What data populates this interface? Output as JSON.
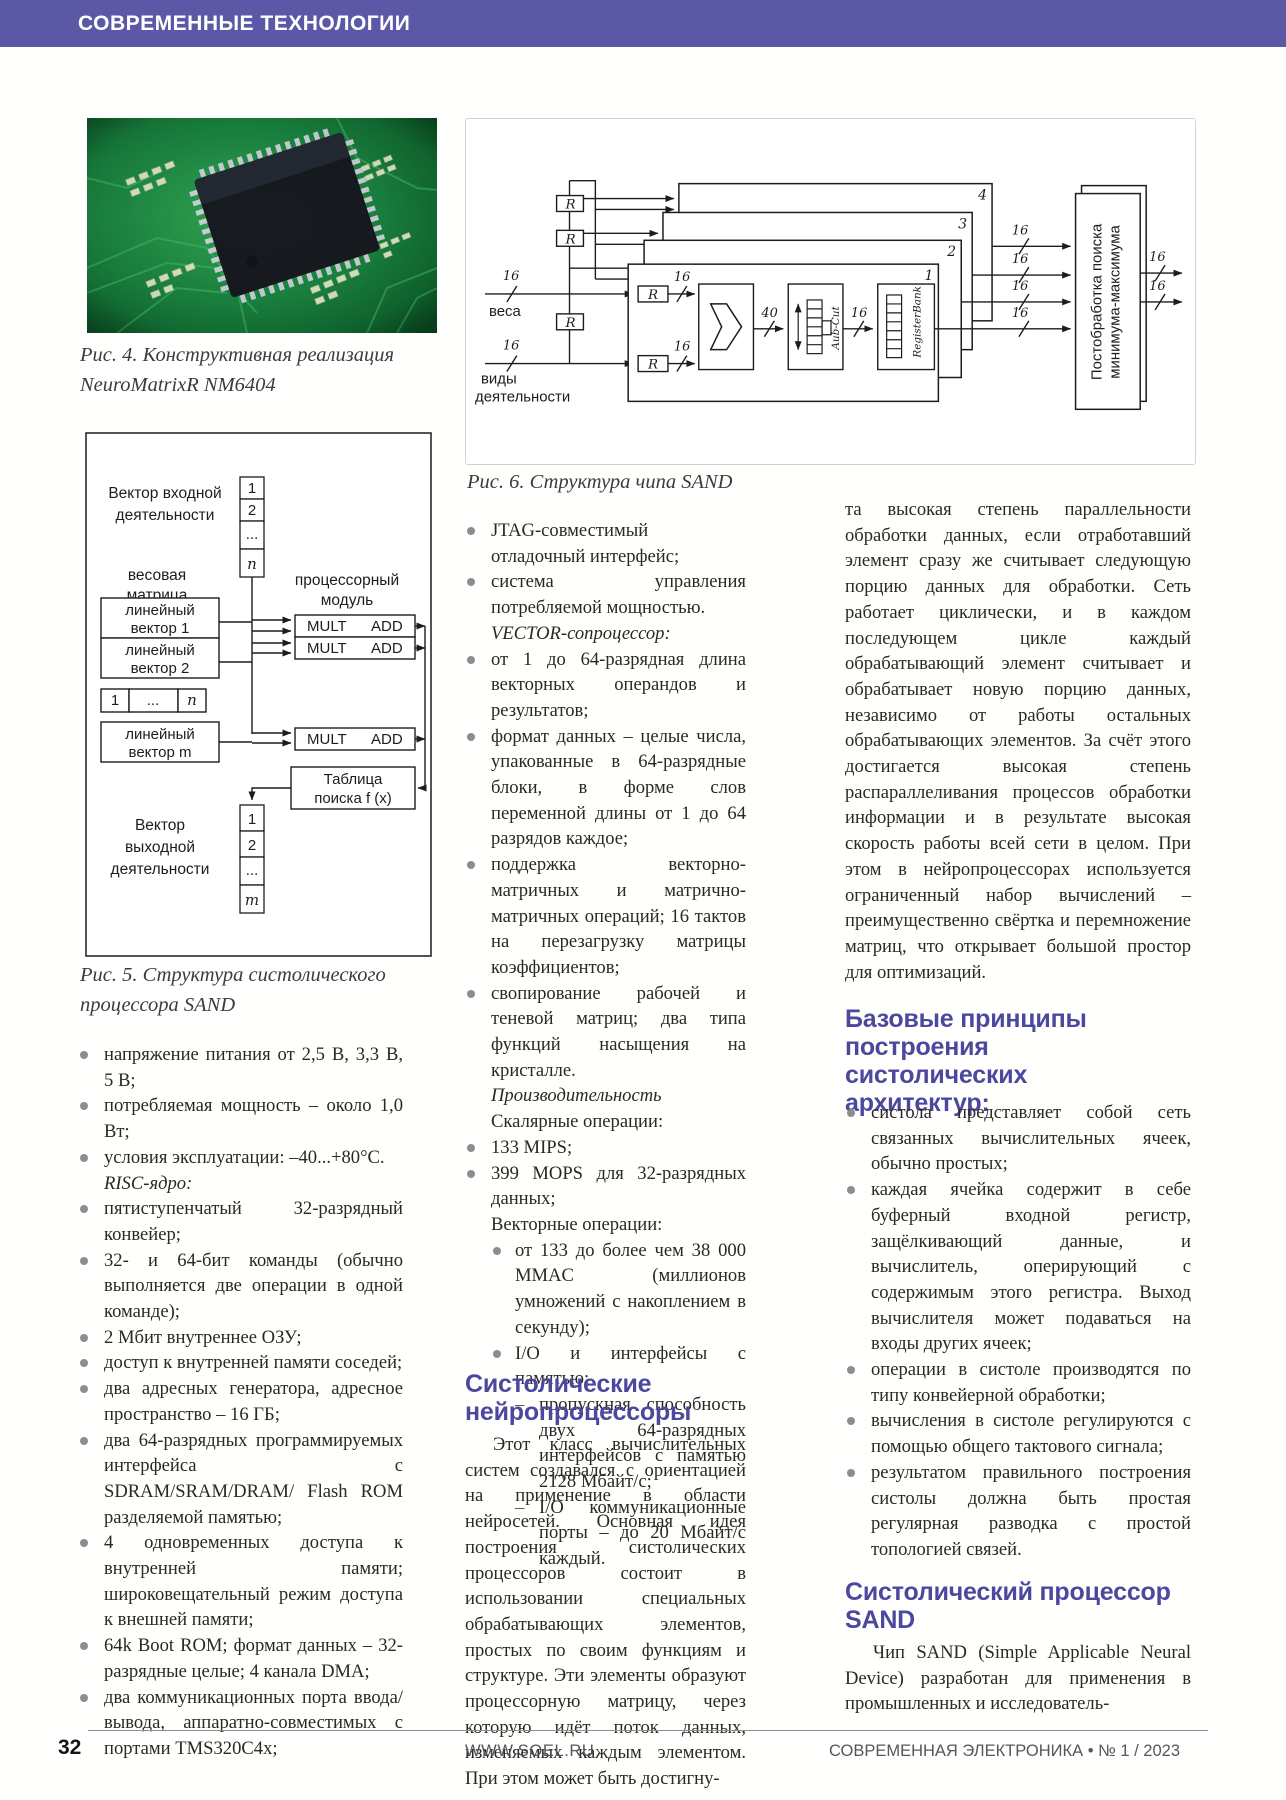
{
  "header": {
    "section": "СОВРЕМЕННЫЕ ТЕХНОЛОГИИ"
  },
  "colors": {
    "header_bg": "#5b58a6",
    "heading_blue": "#4b489e",
    "body_text": "#2b2724",
    "bullet_gray": "#8d8d8d"
  },
  "markers": {
    "dash": "–"
  },
  "fig4": {
    "caption1": "Рис. 4. Конструктивная реализация",
    "caption2": "NeuroMatrixR NM6404"
  },
  "fig5": {
    "caption1": "Рис. 5. Структура систолического",
    "caption2": "процессора SAND",
    "input_vector1": "Вектор входной",
    "input_vector2": "деятельности",
    "weight1": "весовая",
    "weight2": "матрица",
    "proc1": "процессорный",
    "proc2": "модуль",
    "lin1a": "линейный",
    "lin1b": "вектор 1",
    "lin2a": "линейный",
    "lin2b": "вектор 2",
    "linma": "линейный",
    "linmb": "вектор m",
    "c1": "1",
    "c2": "2",
    "cdots": "...",
    "cn": "n",
    "row1": "1",
    "rowdots": "...",
    "rown": "n",
    "mult": "MULT",
    "add": "ADD",
    "table1": "Таблица",
    "table2": "поиска f (x)",
    "output1": "Вектор",
    "output2": "выходной",
    "output3": "деятельности",
    "o1": "1",
    "o2": "2",
    "odots": "...",
    "om": "m"
  },
  "fig6": {
    "caption": "Рис. 6. Структура чипа SAND",
    "weights": "веса",
    "acts1": "виды",
    "acts2": "деятельности",
    "r": "R",
    "b16": "16",
    "b40": "40",
    "n1": "1",
    "n2": "2",
    "n3": "3",
    "n4": "4",
    "aubcut": "Aub-Cut",
    "regbank": "RegisterBank",
    "post1": "Постобработка поиска",
    "post2": "минимума-максимума"
  },
  "col1": {
    "items": [
      {
        "type": "b",
        "text": "напряжение питания от 2,5 В, 3,3 В, 5 В;"
      },
      {
        "type": "b",
        "text": "потребляемая мощность – около 1,0 Вт;"
      },
      {
        "type": "b",
        "text": "условия эксплуатации: –40...+80°С."
      },
      {
        "type": "sub",
        "text": "RISC-ядро:"
      },
      {
        "type": "b",
        "text": "пятиступенчатый 32-разрядный конвейер;"
      },
      {
        "type": "b",
        "text": "32- и 64-бит команды (обычно выполняется две операции в одной команде);"
      },
      {
        "type": "b",
        "text": "2 Мбит внутреннее ОЗУ;"
      },
      {
        "type": "b",
        "text": "доступ к внутренней памяти соседей;"
      },
      {
        "type": "b",
        "text": "два адресных генератора, адресное пространство – 16 ГБ;"
      },
      {
        "type": "b",
        "text": "два 64-разрядных программируемых интерфейса с SDRAM/SRAM/DRAM/ Flash ROM разделяемой памятью;"
      },
      {
        "type": "b",
        "text": "4 одновременных доступа к внутренней памяти; широковещательный режим доступа к внешней памяти;"
      },
      {
        "type": "b",
        "text": "64k Boot ROM; формат данных – 32-разрядные целые; 4 канала DMA;"
      },
      {
        "type": "b",
        "text": "два коммуникационных порта ввода/вывода, аппаратно-совместимых с портами TMS320C4x;"
      }
    ]
  },
  "col2": {
    "items": [
      {
        "type": "b",
        "text": "JTAG-совместимый отладочный интерфейс;"
      },
      {
        "type": "b",
        "text": "система управления потребляемой мощностью."
      },
      {
        "type": "sub",
        "text": "VECTOR-сопроцессор:"
      },
      {
        "type": "b",
        "text": "от 1 до 64-разрядная длина векторных операндов и результатов;"
      },
      {
        "type": "b",
        "text": "формат данных – целые числа, упакованные в 64-разрядные блоки, в форме слов переменной длины от 1 до 64 разрядов каждое;"
      },
      {
        "type": "b",
        "text": "поддержка векторно-матричных и матрично-матричных операций; 16 тактов на перезагрузку матрицы коэффициентов;"
      },
      {
        "type": "b",
        "text": "свопирование рабочей и теневой матриц; два типа функций насыщения на кристалле."
      },
      {
        "type": "sub",
        "text": "Производительность"
      },
      {
        "type": "plain",
        "text": "Скалярные операции:"
      },
      {
        "type": "b",
        "text": "133 MIPS;"
      },
      {
        "type": "b",
        "text": "399 MOPS для 32-разрядных данных;"
      },
      {
        "type": "plain",
        "text": "Векторные операции:"
      },
      {
        "type": "l2",
        "text": "от 133 до более чем 38 000 MMAC (миллионов умножений с накоплением в секунду);"
      },
      {
        "type": "l2",
        "text": "I/O и интерфейсы с памятью:"
      },
      {
        "type": "l3",
        "text": "пропускная способность двух 64-разрядных интерфейсов с памятью 2128 Мбайт/с;"
      },
      {
        "type": "l3",
        "text": "I/O коммуникационные порты – до 20 Мбайт/с каждый."
      }
    ],
    "heading": "Систолические нейропроцессоры",
    "paragraph": "Этот класс вычислительных систем создавался с ориентацией на применение в области нейросетей. Основная идея построения систолических процессоров состоит в использовании специальных обрабатывающих элементов, простых по своим функциям и структуре. Эти элементы образуют процессорную матрицу, через которую идёт поток данных, изменяемых каждым элементом. При этом может быть достигну-"
  },
  "col3": {
    "paragraph1": "та высокая степень параллельности обработки данных, если отработавший элемент сразу же считывает следующую порцию данных для обработки. Сеть работает циклически, и в каждом последующем цикле каждый обрабатывающий элемент считывает и обрабатывает новую порцию данных, независимо от работы остальных обрабатывающих элементов. За счёт этого достигается высокая степень распараллеливания процессов обработки информации и в результате высокая скорость работы всей сети в целом. При этом в нейропроцессорах используется ограниченный набор вычислений – преимущественно свёртка и перемножение матриц, что открывает большой простор для оптимизаций.",
    "heading1": "Базовые принципы построения систолических архитектур:",
    "items": [
      {
        "type": "b",
        "text": "систола представляет собой сеть связанных вычислительных ячеек, обычно простых;"
      },
      {
        "type": "b",
        "text": "каждая ячейка содержит в себе буферный входной регистр, защёлкивающий данные, и вычислитель, оперирующий с содержимым этого регистра. Выход вычислителя может подаваться на входы других ячеек;"
      },
      {
        "type": "b",
        "text": "операции в систоле производятся по типу конвейерной обработки;"
      },
      {
        "type": "b",
        "text": "вычисления в систоле регулируются с помощью общего тактового сигнала;"
      },
      {
        "type": "b",
        "text": "результатом правильного построения систолы должна быть простая регулярная разводка с простой топологией связей."
      }
    ],
    "heading2": "Систолический процессор SAND",
    "paragraph2": "Чип SAND (Simple Applicable Neural Device) разработан для применения в промышленных и исследователь-"
  },
  "footer": {
    "page": "32",
    "site": "WWW.SOEL.RU",
    "issue": "СОВРЕМЕННАЯ ЭЛЕКТРОНИКА • № 1 / 2023"
  }
}
